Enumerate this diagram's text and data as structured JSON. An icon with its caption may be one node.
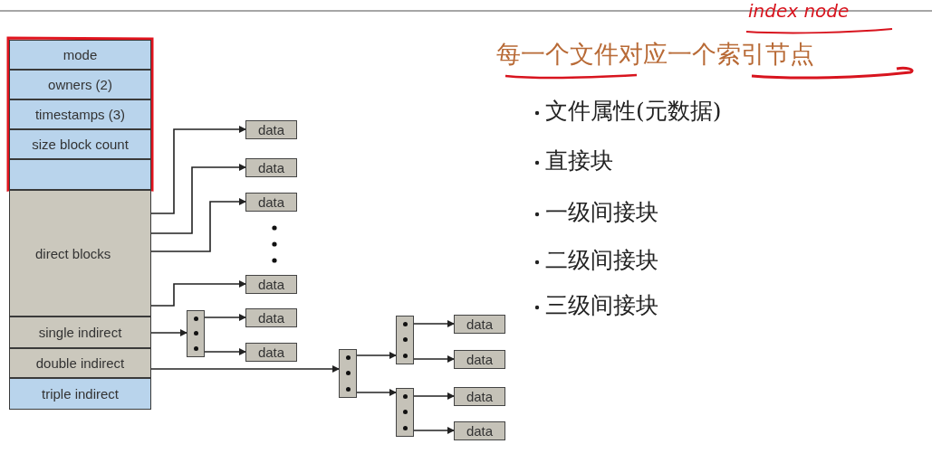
{
  "diagram": {
    "title": "每一个文件对应一个索引节点",
    "nodes": [
      {
        "text": [
          "mode"
        ]
      },
      {
        "text": [
          "owners (2)"
        ]
      },
      {
        "text": [
          "timestamps (3)"
        ]
      },
      {
        "text": [
          "size block count"
        ]
      },
      {
        "text": [],
        "shape": "box"
      },
      {
        "text": [
          "direct blocks"
        ]
      },
      {
        "text": [
          "single indirect"
        ]
      },
      {
        "text": [
          "double indirect"
        ]
      },
      {
        "text": [
          "triple indirect"
        ]
      },
      {
        "text": [
          "data"
        ]
      },
      {
        "text": [
          "data"
        ]
      },
      {
        "text": [
          "data"
        ]
      },
      {
        "text": [
          "data"
        ]
      },
      {
        "text": [],
        "shape": "box"
      },
      {
        "text": [
          "data"
        ]
      },
      {
        "text": [
          "data"
        ]
      },
      {
        "text": [],
        "shape": "box"
      },
      {
        "text": [],
        "shape": "box"
      },
      {
        "text": [],
        "shape": "box"
      },
      {
        "text": [
          "data"
        ]
      },
      {
        "text": [
          "data"
        ]
      },
      {
        "text": [
          "data"
        ]
      },
      {
        "text": [
          "data"
        ]
      }
    ],
    "edges": [
      {
        "from": 5,
        "to": 9,
        "arrow": "to"
      },
      {
        "from": 5,
        "to": 10,
        "arrow": "to"
      },
      {
        "from": 5,
        "to": 11,
        "arrow": "to"
      },
      {
        "from": 5,
        "to": 12,
        "arrow": "to"
      },
      {
        "from": 6,
        "to": 13,
        "arrow": "to"
      },
      {
        "from": 13,
        "to": 14,
        "arrow": "to"
      },
      {
        "from": 13,
        "to": 15,
        "arrow": "to"
      },
      {
        "from": 7,
        "to": 16,
        "arrow": "to"
      },
      {
        "from": 16,
        "to": 17,
        "arrow": "to"
      },
      {
        "from": 16,
        "to": 18,
        "arrow": "to"
      },
      {
        "from": 17,
        "to": 19,
        "arrow": "to"
      },
      {
        "from": 17,
        "to": 20,
        "arrow": "to"
      },
      {
        "from": 18,
        "to": 21,
        "arrow": "to"
      },
      {
        "from": 18,
        "to": 22,
        "arrow": "to"
      }
    ],
    "labels": [
      "index node",
      "文件属性(元数据)",
      "直接块",
      "一级间接块",
      "二级间接块",
      "三级间接块"
    ]
  }
}
